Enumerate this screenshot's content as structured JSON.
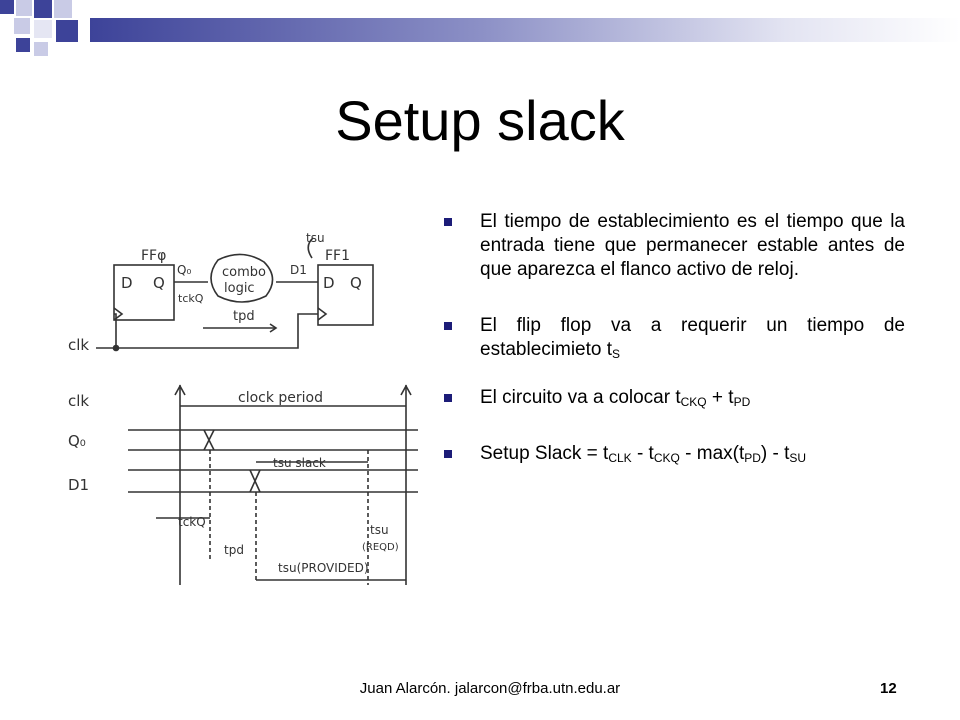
{
  "slide": {
    "title": "Setup slack",
    "footer": "Juan Alarcón. jalarcon@frba.utn.edu.ar",
    "page_number": "12"
  },
  "bullets": [
    {
      "text": "El tiempo de establecimiento es el tiempo que la entrada tiene que permanecer estable antes de que aparezca el flanco activo de reloj."
    },
    {
      "text": "El flip flop va a requerir un tiempo de establecimieto t",
      "sub": "S"
    },
    {
      "parts": [
        "El circuito va a colocar t",
        "CKQ",
        " + t",
        "PD"
      ]
    },
    {
      "parts": [
        "Setup Slack = t",
        "CLK",
        " - t",
        "CKQ",
        " - max(t",
        "PD",
        ") - t",
        "SU"
      ]
    }
  ],
  "diagram": {
    "ff0": "FFφ",
    "ff1": "FF1",
    "d": "D",
    "q": "Q",
    "q0": "Q₀",
    "d1": "D1",
    "tckq": "tckQ",
    "combo1": "combo",
    "combo2": "logic",
    "tpd": "tpd",
    "tsu": "tsu",
    "clk": "clk",
    "sig_clk": "clk",
    "sig_q0": "Q₀",
    "sig_d1": "D1",
    "clock_period": "clock period",
    "tsu_slack": "tsu slack",
    "tckq_label": "tckQ",
    "tpd_label": "tpd",
    "tsu_req": "tsu",
    "req": "(REQD)",
    "tsu_provided": "tsu(PROVIDED)"
  },
  "colors": {
    "bullet": "#1c1c78",
    "band": "#3d4399",
    "sketch": "#333333"
  }
}
